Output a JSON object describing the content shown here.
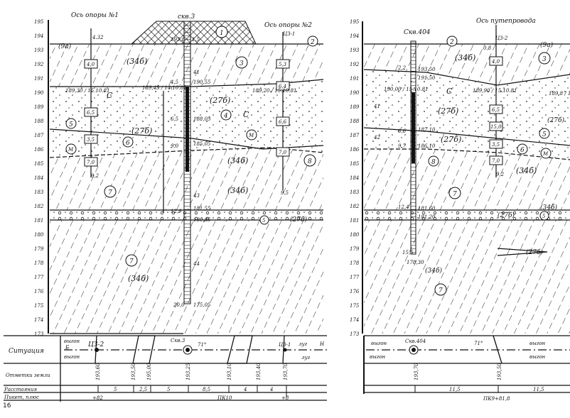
{
  "left_section": {
    "axis_labels": [
      "195",
      "194",
      "193",
      "192",
      "191",
      "190",
      "189",
      "188",
      "187",
      "186",
      "185",
      "184",
      "183",
      "182",
      "181",
      "180",
      "179",
      "178",
      "177",
      "176",
      "175",
      "174",
      "173"
    ],
    "support1_title": "Ось опоры №1",
    "support2_title": "Ось опоры №2",
    "borehole_title": "скв.3",
    "borehole_ground": "193,8",
    "borehole_bottom": "175,05",
    "borehole_depth": "20,0",
    "depth_label": "1,5",
    "bore_hole_a": "4.32",
    "bore_hole_b": "ЦЗ-1",
    "layer_thicknesses": [
      "4,0",
      "6,5",
      "3,5",
      "7,0",
      "5,3",
      "6,4",
      "6,6",
      "7,0"
    ],
    "levels": [
      "190,55",
      "188,05",
      "185,05",
      "181,55",
      "180,85",
      "4,5",
      "6,5",
      "9,0",
      "9,2",
      "9,5",
      "12,9"
    ],
    "water_marks": [
      "189,30 / 15.10.81",
      "189,45 / 14.10.81",
      "189,20 / 15.10.81"
    ],
    "samples": [
      "41",
      "43",
      "44"
    ],
    "layer_codes": [
      "(9а)",
      "(34б)",
      "(27б)",
      "(27б)",
      "(34б)",
      "(34б)",
      "(34б)",
      "(27б)"
    ],
    "layer_numbers": [
      "1",
      "2",
      "3",
      "4",
      "5",
      "6",
      "7",
      "7",
      "8",
      "5",
      "C",
      "C",
      "M",
      "M"
    ]
  },
  "right_section": {
    "axis_labels": [
      "195",
      "194",
      "193",
      "192",
      "191",
      "190",
      "189",
      "188",
      "187",
      "186",
      "185",
      "184",
      "183",
      "182",
      "181",
      "180",
      "179",
      "178",
      "177",
      "176",
      "175",
      "174",
      "173"
    ],
    "axis_title": "Ось путепровода",
    "borehole_title": "Скв.404",
    "bore_hole": "ЦЗ-2",
    "borehole_bottom": "178,30",
    "borehole_depth": "15,5",
    "layer_thicknesses": [
      "4,0",
      "6,5",
      "15,0",
      "3,5",
      "7,0"
    ],
    "levels": [
      "193,50",
      "191,50",
      "187,10",
      "186,10",
      "181,60",
      "181,20",
      "2,2",
      "6,6",
      "9,7",
      "12,4",
      "9,2",
      "0,8"
    ],
    "water_marks": [
      "190,00 / 15.10.81",
      "189,90 / 15.10.81",
      "189,8 / 15.10.81"
    ],
    "samples": [
      "41",
      "42"
    ],
    "layer_codes": [
      "(34б)",
      "(27б)",
      "(27б)",
      "(34б)",
      "(27б)",
      "(34б)",
      "(27б)",
      "(27б)",
      "(9а)",
      "(34б)"
    ],
    "layer_numbers": [
      "2",
      "3",
      "C",
      "6",
      "M",
      "5",
      "7",
      "8",
      "7",
      "5"
    ]
  },
  "table": {
    "row_labels": [
      "Ситуация",
      "Отметки земли",
      "Расстояния",
      "Пикет, плюс"
    ],
    "page_number": "16",
    "left": {
      "situation": [
        "выгон",
        "Б",
        "выгон",
        "ЦЗ-2",
        "Скв.3",
        "71°",
        "ЦЗ-1",
        "луг",
        "Н",
        "луг"
      ],
      "elevations": [
        "193,60",
        "193,50",
        "195,00",
        "193,25",
        "193,10",
        "193,40",
        "193,70"
      ],
      "distances": [
        "5",
        "2,5",
        "5",
        "8,5",
        "4",
        "4"
      ],
      "pickets": [
        "+82",
        "ПК10",
        "+8"
      ]
    },
    "right": {
      "situation": [
        "выгон",
        "Скв.404",
        "выгон",
        "71°",
        "выгон",
        "выгон"
      ],
      "elevations": [
        "193,70",
        "193,50"
      ],
      "distances": [
        "11,5",
        "11,5"
      ],
      "pickets": [
        "ПК9+81,8"
      ]
    }
  }
}
